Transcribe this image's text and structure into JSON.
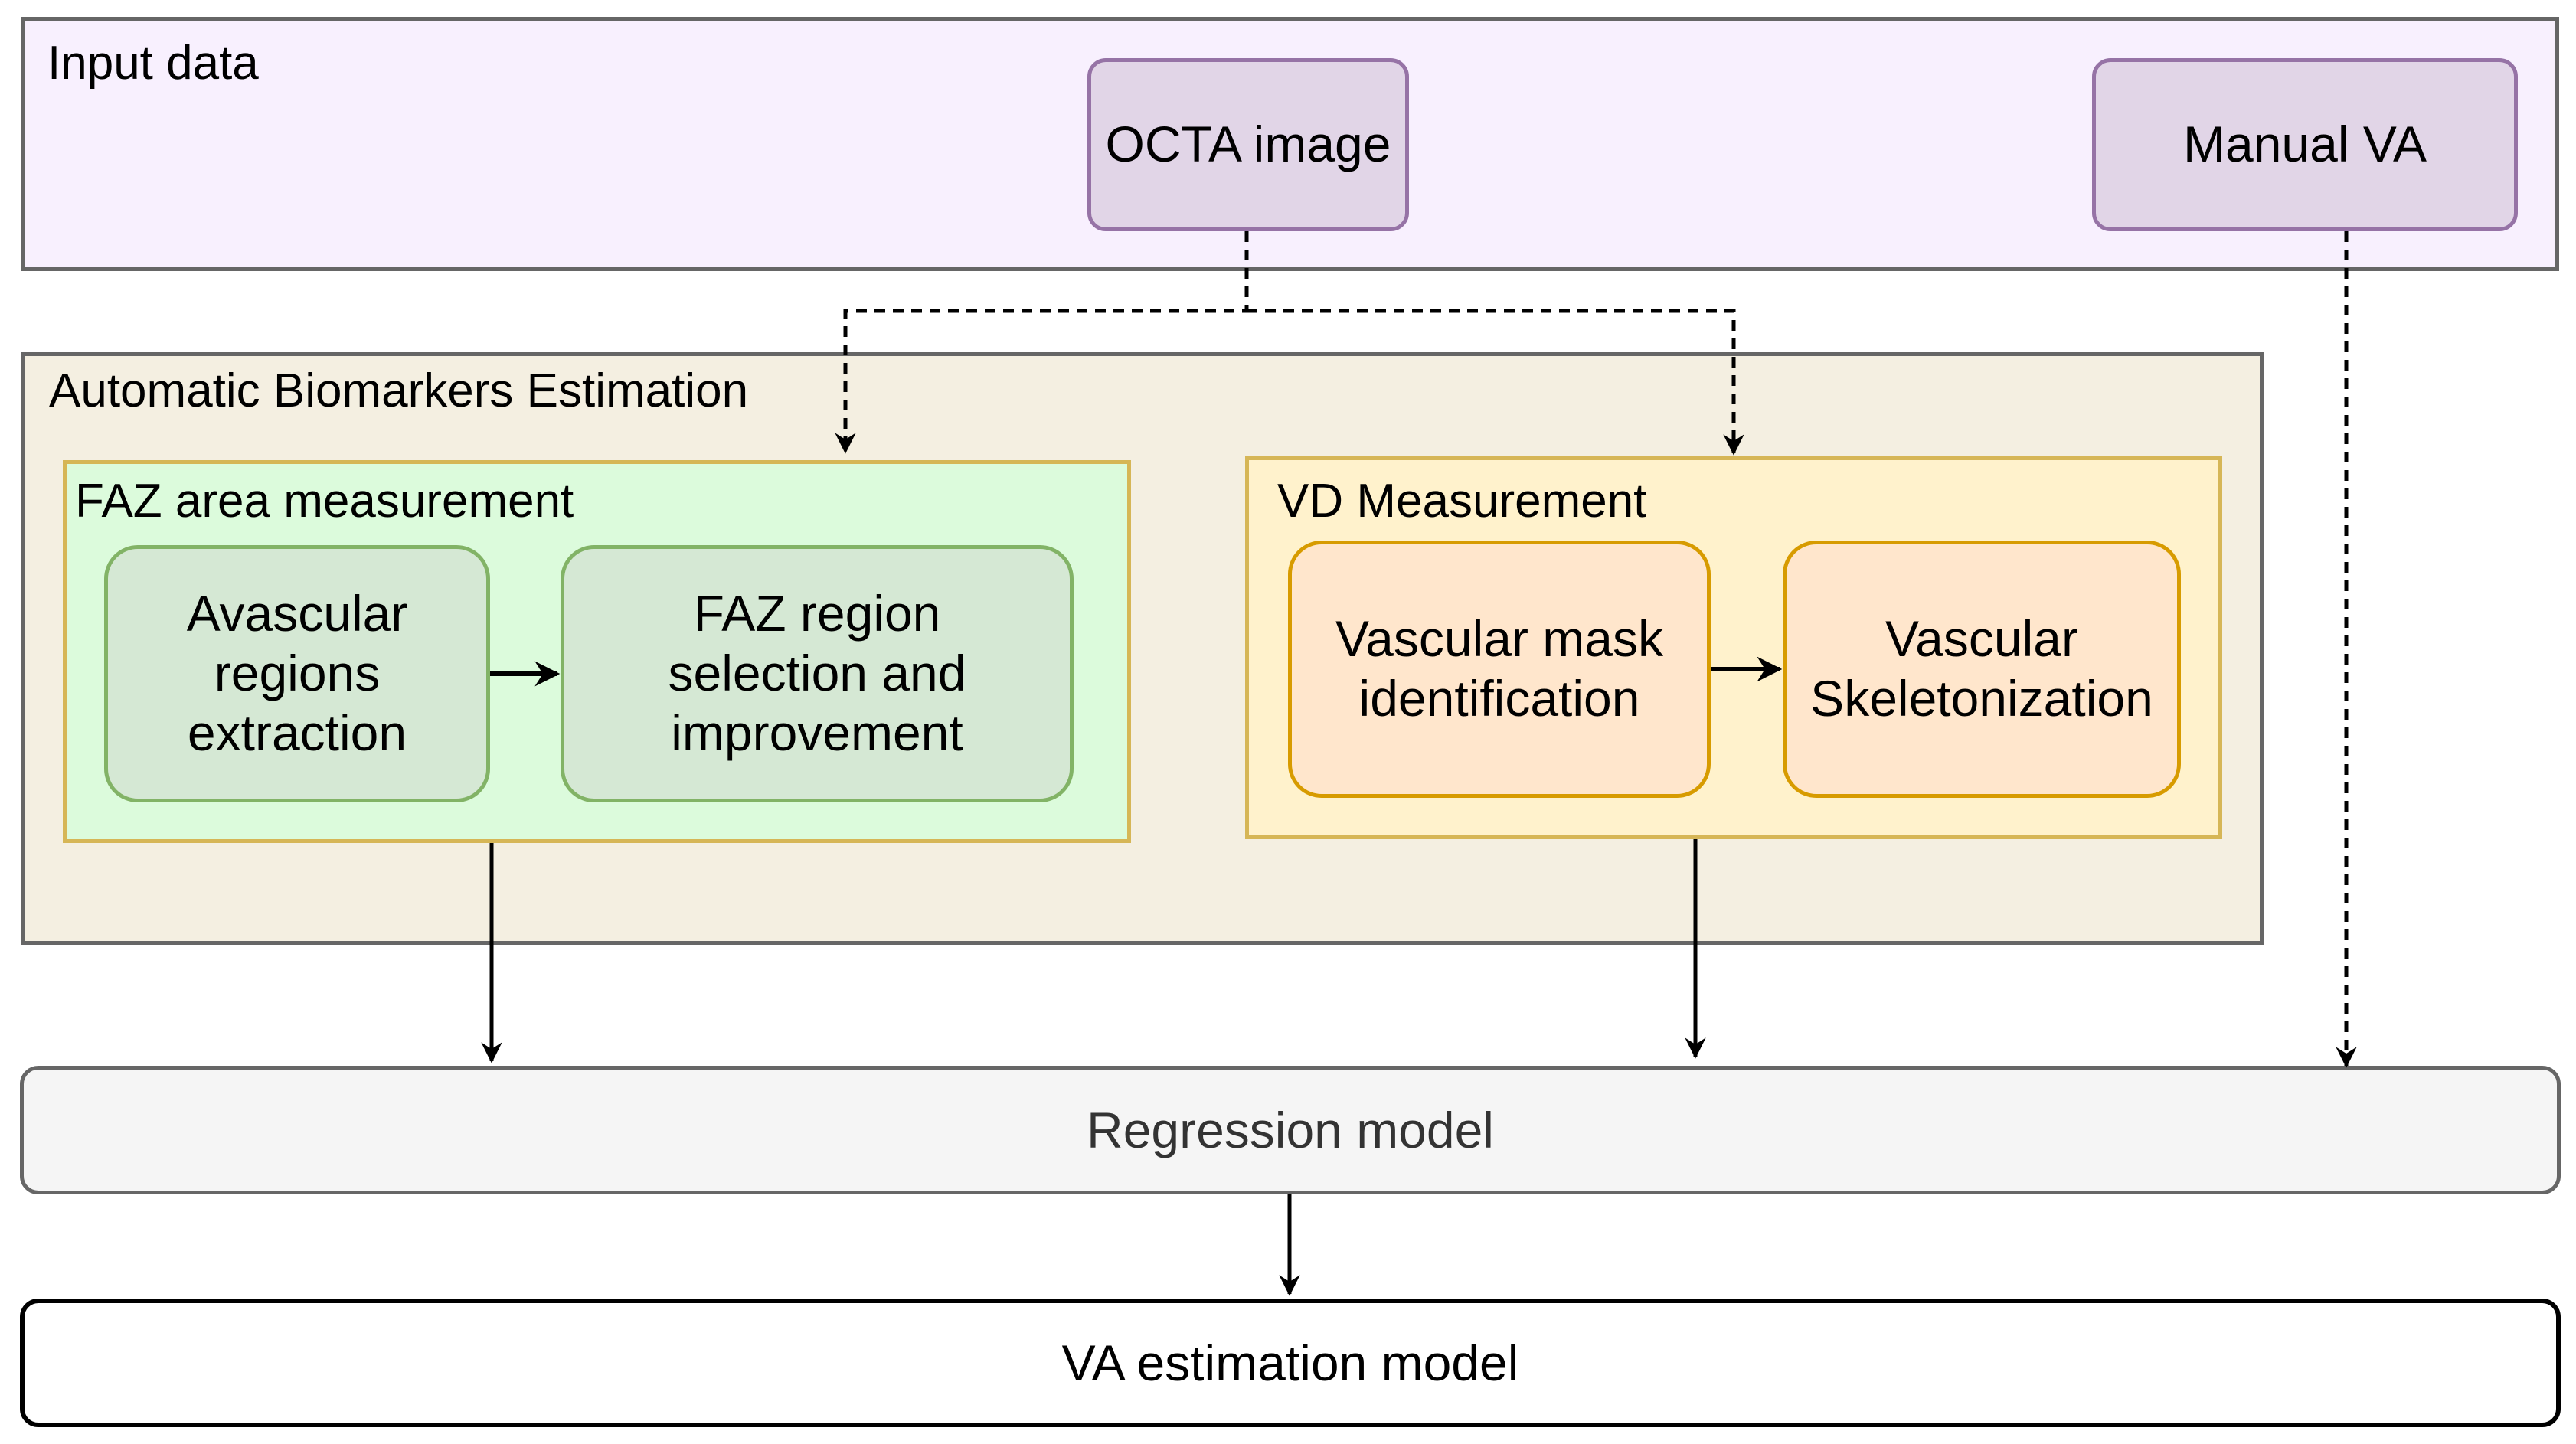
{
  "diagram": {
    "groups": {
      "input": "Input data",
      "auto": "Automatic Biomarkers Estimation",
      "faz": "FAZ area measurement",
      "vd": "VD Measurement"
    },
    "nodes": {
      "octa": "OCTA image",
      "manual_va": "Manual VA",
      "avascular": "Avascular\nregions\nextraction",
      "faz_region": "FAZ region\nselection and\nimprovement",
      "vascular_mask": "Vascular mask\nidentification",
      "skeleton": "Vascular\nSkeletonization",
      "regression": "Regression model",
      "va_model": "VA estimation model"
    },
    "colors": {
      "input_fill": "#f8f0fe",
      "auto_fill": "#f4efe1",
      "faz_fill": "#dcfbdc",
      "vd_fill": "#fff2cc",
      "purple_fill": "#e1d5e7",
      "purple_stroke": "#9673a6",
      "green_fill": "#d5e8d4",
      "green_stroke": "#82b366",
      "orange_fill": "#ffe6cc",
      "orange_stroke": "#d79b00"
    }
  }
}
